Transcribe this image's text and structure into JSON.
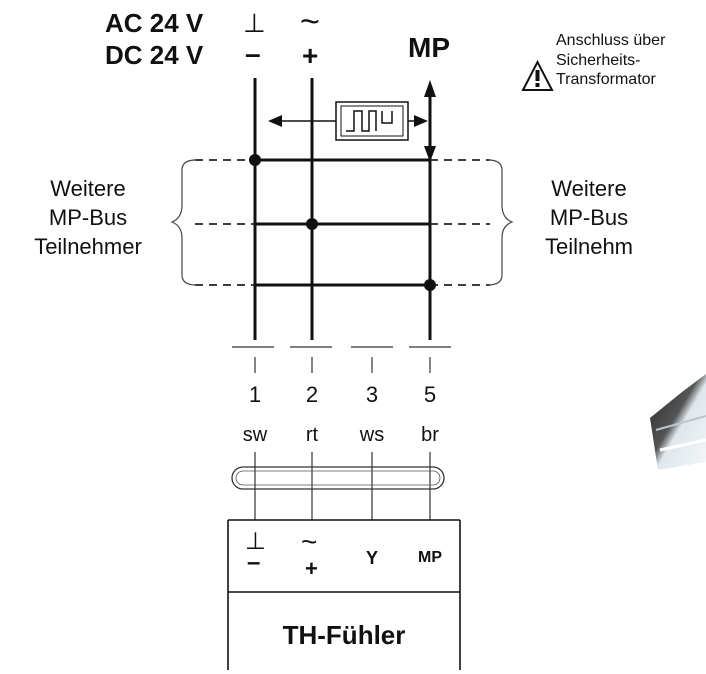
{
  "supply": {
    "ac_label": "AC 24 V",
    "dc_label": "DC 24 V",
    "ac_ground": "⊥",
    "ac_tilde": "~",
    "dc_minus": "–",
    "dc_plus": "+"
  },
  "mp_label": "MP",
  "warning": {
    "line1": "Anschluss über",
    "line2": "Sicherheits-",
    "line3": "Transformator"
  },
  "left_group": {
    "line1": "Weitere",
    "line2": "MP-Bus",
    "line3": "Teilnehmer"
  },
  "right_group": {
    "line1": "Weitere",
    "line2": "MP-Bus",
    "line3": "Teilnehm"
  },
  "wires": [
    {
      "number": "1",
      "color": "sw"
    },
    {
      "number": "2",
      "color": "rt"
    },
    {
      "number": "3",
      "color": "ws"
    },
    {
      "number": "5",
      "color": "br"
    }
  ],
  "device": {
    "pin_ground": "⊥",
    "pin_minus": "–",
    "pin_tilde": "~",
    "pin_plus": "+",
    "pin_y": "Y",
    "pin_mp": "MP",
    "name": "TH-Fühler"
  },
  "colors": {
    "line": "#111111",
    "dashed": "#222222",
    "accent_gradient_dark": "#1a1a1a",
    "accent_gradient_light": "#e8eef2"
  }
}
